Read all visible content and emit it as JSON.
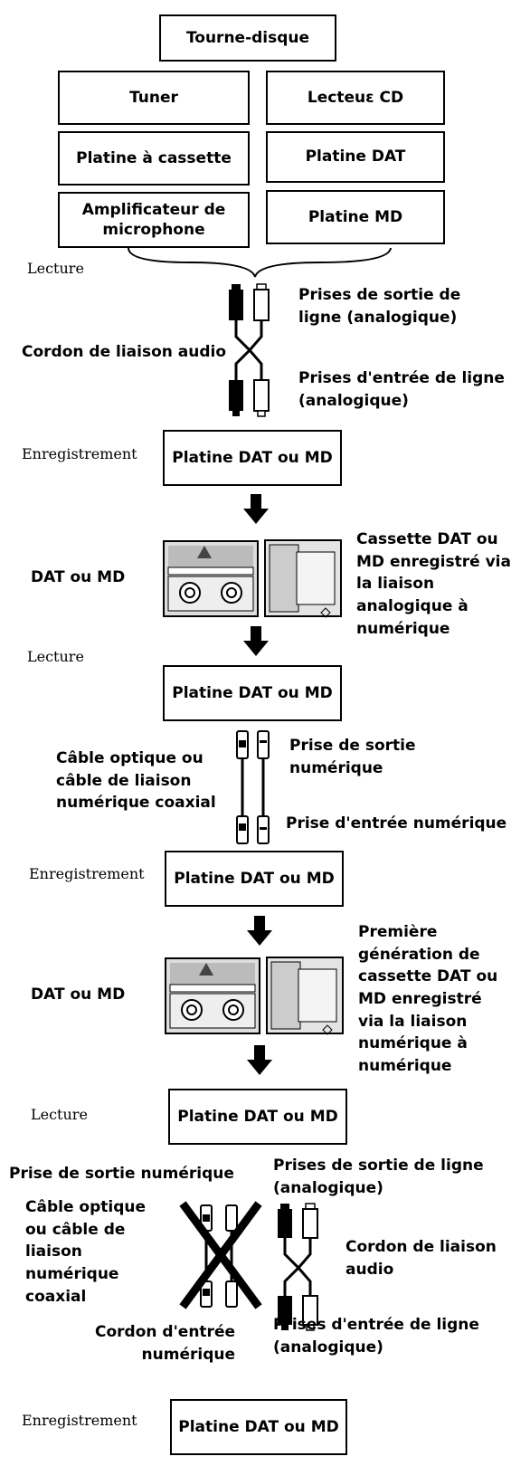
{
  "sources": {
    "turntable": "Tourne-disque",
    "tuner": "Tuner",
    "cd_player": "Lecteuɛ CD",
    "cassette_deck": "Platine à cassette",
    "dat_deck": "Platine DAT",
    "mic_amp": "Amplificateur de microphone",
    "md_deck": "Platine MD"
  },
  "labels": {
    "playback": "Lecture",
    "recording": "Enregistrement",
    "dat_or_md_deck": "Platine DAT ou MD",
    "dat_or_md": "DAT ou MD",
    "audio_cord": "Cordon de liaison audio",
    "line_out_jacks_1": "Prises de sortie de ligne (analogique)",
    "line_in_jacks_1": "Prises d'entrée de ligne (analogique)",
    "recorded_analog": "Cassette DAT ou MD enregistré via la liaison analogique à numérique",
    "optical_cable": "Câble optique ou câble de liaison numérique coaxial",
    "digital_out_jack": "Prise de sortie numérique",
    "digital_in_jack": "Prise d'entrée numérique",
    "first_generation": "Première génération de cassette DAT ou MD enregistré via la liaison numérique à numérique",
    "digital_out_jack_2": "Prise de sortie numérique",
    "optical_cable_2": "Câble optique ou câble de liaison numérique coaxial",
    "digital_in_cord": "Cordon d'entrée numérique",
    "line_out_jacks_2": "Prises de sortie de ligne (analogique)",
    "audio_cord_2": "Cordon de liaison audio",
    "line_in_jacks_2": "Prises d'entrée de ligne (analogique)"
  }
}
